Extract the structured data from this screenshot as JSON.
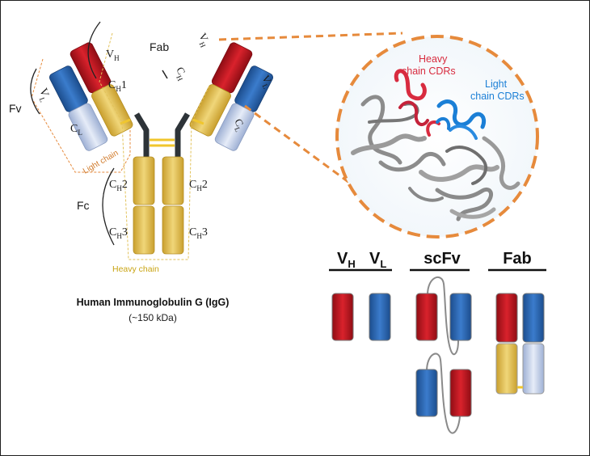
{
  "colors": {
    "variable_heavy": "#c0151f",
    "variable_light": "#2b66b0",
    "constant_heavy": "#e3c25a",
    "constant_light": "#c9d6ee",
    "hinge": "#2d3338",
    "orange_accent": "#e68a3c",
    "gold_label": "#c9a413",
    "cdr_heavy": "#d82b3f",
    "cdr_light": "#1b7fd6"
  },
  "igg": {
    "title": "Human Immunoglobulin G (IgG)",
    "subtitle": "(~150 kDa)",
    "region_labels": {
      "fab": "Fab",
      "fv": "Fv",
      "fc": "Fc"
    },
    "chain_labels": {
      "light": "Light chain",
      "heavy": "Heavy chain"
    },
    "domain_labels": {
      "vh": {
        "main": "V",
        "sub": "H",
        "suffix": ""
      },
      "vl": {
        "main": "V",
        "sub": "L",
        "suffix": ""
      },
      "ch1": {
        "main": "C",
        "sub": "H",
        "suffix": "1"
      },
      "cl": {
        "main": "C",
        "sub": "L",
        "suffix": ""
      },
      "ch2": {
        "main": "C",
        "sub": "H",
        "suffix": "2"
      },
      "ch3": {
        "main": "C",
        "sub": "H",
        "suffix": "3"
      }
    }
  },
  "structure_callout": {
    "heavy_cdr_label": [
      "Heavy",
      "chain CDRs"
    ],
    "light_cdr_label": [
      "Light",
      "chain CDRs"
    ]
  },
  "formats": {
    "vh_heading": {
      "main": "V",
      "sub": "H"
    },
    "vl_heading": {
      "main": "V",
      "sub": "L"
    },
    "scfv_heading": "scFv",
    "fab_heading": "Fab"
  }
}
